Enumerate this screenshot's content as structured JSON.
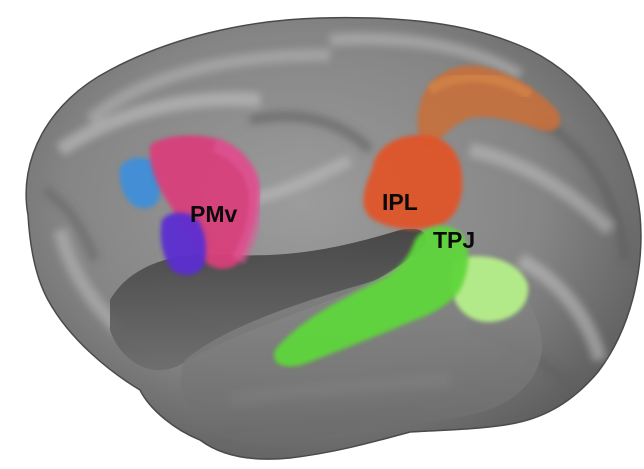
{
  "figure": {
    "background_color": "#ffffff",
    "cortex_base_color": "#8c8c8c",
    "regions": [
      {
        "id": "pmv",
        "label": "PMv",
        "color_primary": "#d8407c",
        "color_secondary": "#e05a9a"
      },
      {
        "id": "pmv-blue",
        "label": "",
        "color_primary": "#3f8fd8"
      },
      {
        "id": "pmv-purple",
        "label": "",
        "color_primary": "#5b2fd0"
      },
      {
        "id": "ipl",
        "label": "IPL",
        "color_primary": "#e0552a"
      },
      {
        "id": "ipl-dorsal",
        "label": "",
        "color_primary": "#c8703a"
      },
      {
        "id": "tpj",
        "label": "TPJ",
        "color_primary": "#5fd63a"
      },
      {
        "id": "tpj-light",
        "label": "",
        "color_primary": "#b6f08a"
      }
    ]
  }
}
